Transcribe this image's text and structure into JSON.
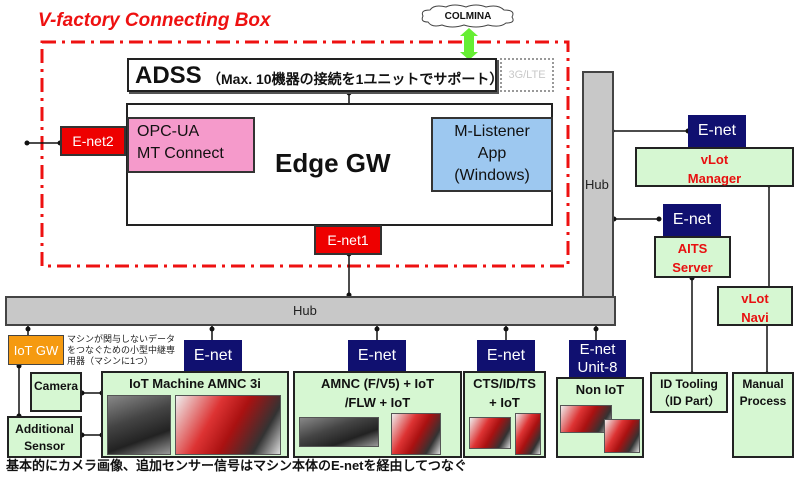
{
  "title": "V-factory Connecting Box",
  "cloud": {
    "label": "COLMINA"
  },
  "adss": {
    "label": "ADSS",
    "note": "（Max. 10機器の接続を1ユニットでサポート）"
  },
  "lte": {
    "label": "3G/LTE"
  },
  "edge_gw": {
    "label": "Edge GW",
    "opc": {
      "line1": "OPC-UA",
      "line2": "MT Connect"
    },
    "mlistener": {
      "line1": "M-Listener",
      "line2": "App",
      "line3": "(Windows)"
    },
    "enet2": "E-net2",
    "enet1": "E-net1"
  },
  "hubs": {
    "horizontal": "Hub",
    "vertical": "Hub"
  },
  "right": {
    "vlot_manager": {
      "enet": "E-net",
      "line1": "vLot",
      "line2": "Manager"
    },
    "aits_server": {
      "enet": "E-net",
      "line1": "AITS",
      "line2": "Server"
    },
    "vlot_navi": {
      "line1": "vLot",
      "line2": "Navi"
    },
    "id_tooling": {
      "line1": "ID Tooling",
      "line2": "（ID Part）"
    },
    "manual_process": {
      "line1": "Manual",
      "line2": "Process"
    }
  },
  "bottom": {
    "iot_gw": {
      "label": "IoT GW",
      "note_lines": [
        "マシンが関与しないデータ",
        "をつなぐための小型中継専",
        "用器（マシンに1つ）"
      ]
    },
    "camera": "Camera",
    "additional_sensor": {
      "line1": "Additional",
      "line2": "Sensor"
    },
    "groups": [
      {
        "enet": "E-net",
        "title_lines": [
          "IoT Machine AMNC 3i"
        ]
      },
      {
        "enet": "E-net",
        "title_lines": [
          "AMNC (F/V5) + IoT",
          "/FLW + IoT"
        ]
      },
      {
        "enet": "E-net",
        "title_lines": [
          "CTS/ID/TS",
          "+ IoT"
        ]
      },
      {
        "enet_line1": "E-net",
        "enet_line2": "Unit-8",
        "title_lines": [
          "Non IoT"
        ]
      }
    ]
  },
  "footer": "基本的にカメラ画像、追加センサー信号はマシン本体のE-netを経由してつなぐ",
  "colors": {
    "accent_red": "#ee1111",
    "enet_blue": "#101070",
    "box_green": "#d6f7d2",
    "opc_pink": "#f59acb",
    "mlistener_blue": "#9dc8f0",
    "hub_gray": "#c8c8c8",
    "iotgw_orange": "#f59a10",
    "arrow_green": "#66ee33"
  }
}
